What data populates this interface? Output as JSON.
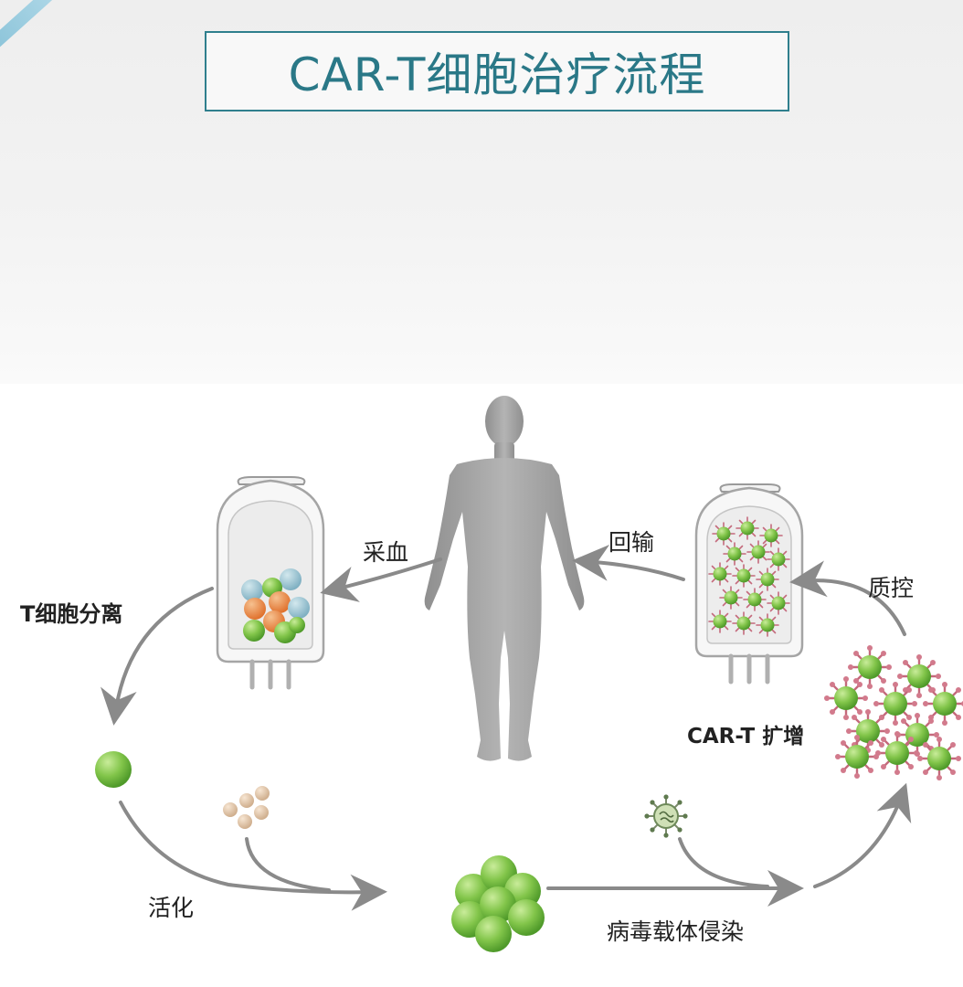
{
  "title": "CAR-T细胞治疗流程",
  "steps": {
    "blood_draw": "采血",
    "t_cell_separation": "T细胞分离",
    "activation": "活化",
    "viral_vector_transduction": "病毒载体侵染",
    "expansion": "CAR-T 扩增",
    "quality_control": "质控",
    "reinfusion": "回输"
  },
  "colors": {
    "title": "#2a7887",
    "arrow": "#8a8a8a",
    "t_cell": "#7cc242",
    "car_spike": "#c06a7a",
    "body": "#9a9a9a"
  }
}
